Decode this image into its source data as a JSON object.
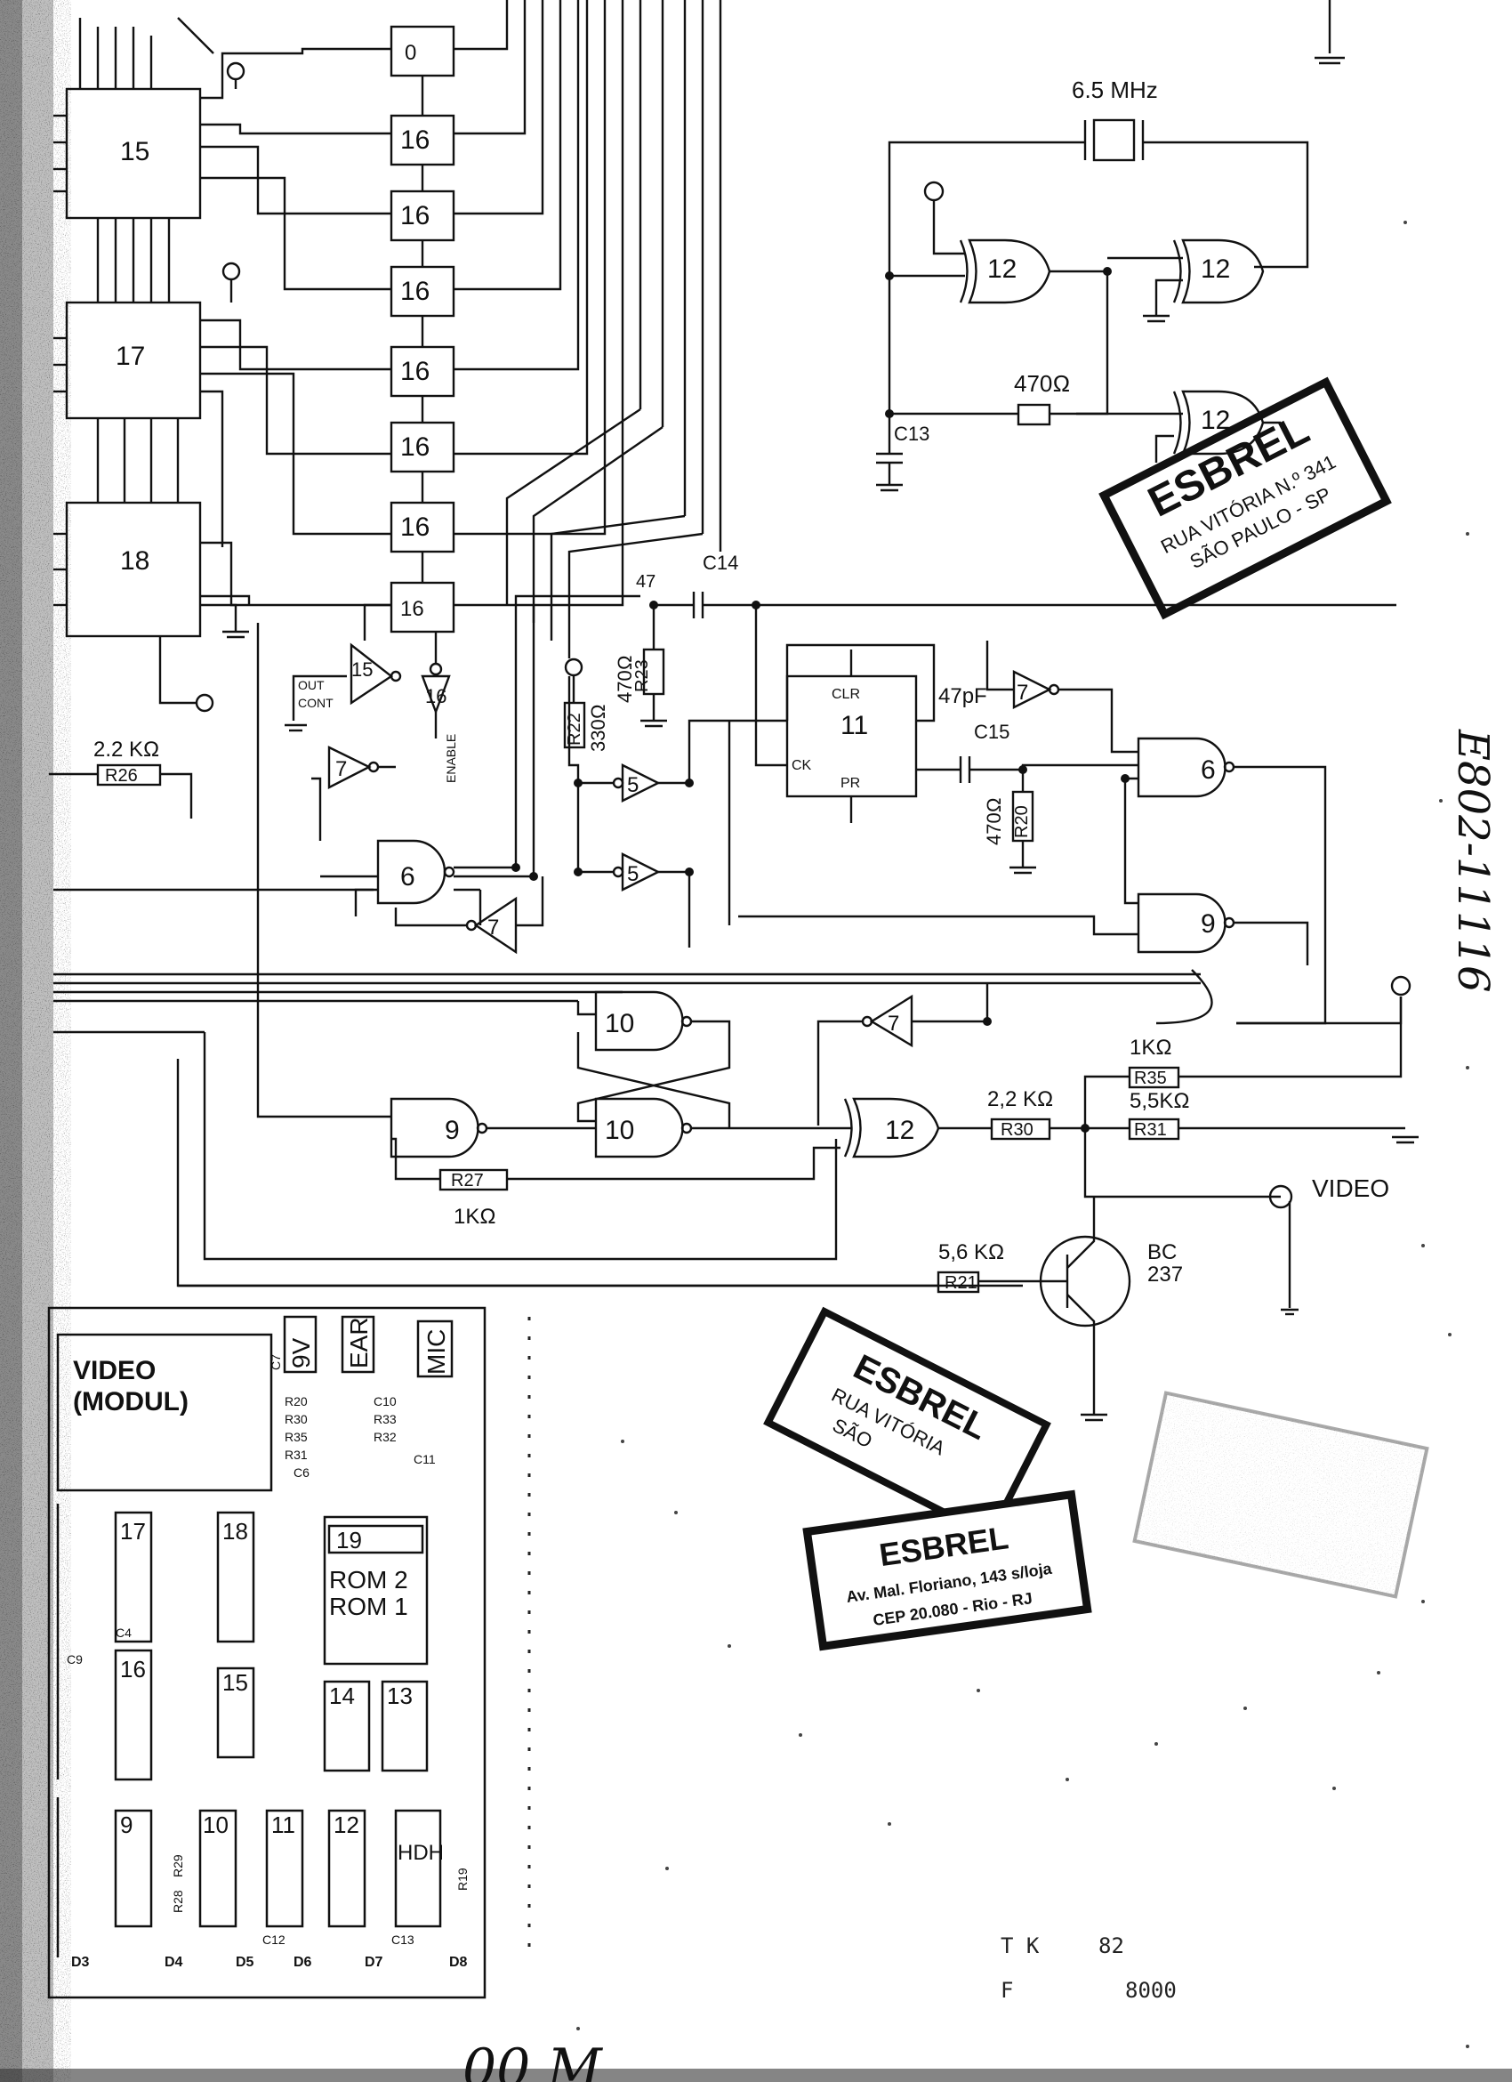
{
  "components": {
    "crystal": "6.5 MHz",
    "r_470_top": "470Ω",
    "c13": "C13",
    "c14": "C14",
    "c14_val": "47",
    "r23": "R23",
    "r23_val": "470Ω",
    "r22": "R22",
    "r22_val": "330Ω",
    "ic11": "11",
    "ic11_clr": "CLR",
    "ic11_pr": "PR",
    "ic11_ck": "CK",
    "c15": "C15",
    "c15_val": "47pF",
    "r20": "R20",
    "r20_val": "470Ω",
    "r26": "R26",
    "r26_val": "2.2 KΩ",
    "r27": "R27",
    "r27_val": "1KΩ",
    "r30": "R30",
    "r30_val": "2,2 KΩ",
    "r35": "R35",
    "r35_val": "1KΩ",
    "r31": "R31",
    "r31_val": "5,5KΩ",
    "r21": "R21",
    "r21_val": "5,6 KΩ",
    "transistor": "BC",
    "transistor_num": "237",
    "video_out": "VIDEO",
    "out_cont": "OUT",
    "out_cont2": "CONT",
    "enable": "ENABLE"
  },
  "gates": {
    "g12": "12",
    "g6": "6",
    "g9": "9",
    "g10": "10",
    "g7": "7",
    "g5": "5",
    "g16": "16",
    "g15": "15",
    "g17": "17",
    "g18": "18",
    "g0": "0"
  },
  "layout_board": {
    "video_modul": "VIDEO",
    "video_modul2": "(MODUL)",
    "v9": "9V",
    "ear": "EAR",
    "mic": "MIC",
    "chips": [
      "17",
      "18",
      "19",
      "16",
      "15",
      "14",
      "13",
      "9",
      "10",
      "11",
      "12"
    ],
    "rom2": "ROM 2",
    "rom1": "ROM 1",
    "xtal_sym": "HDH",
    "small_labels": [
      "R20",
      "R30",
      "R35",
      "R31",
      "C6",
      "C10",
      "R33",
      "R32",
      "C11",
      "C4",
      "C9",
      "C12",
      "C13",
      "R29",
      "R28",
      "R19",
      "C7"
    ],
    "bottom_labels": [
      "D3",
      "D4",
      "D5",
      "D6",
      "D7",
      "D8"
    ]
  },
  "stamps": {
    "stamp1_title": "ESBREL",
    "stamp1_line1": "RUA VITÓRIA N.º 341",
    "stamp1_line2": "SÃO PAULO - SP",
    "stamp2_title": "ESBREL",
    "stamp2_line1": "RUA VITÓRIA",
    "stamp2_line2": "SÃO",
    "stamp3_title": "ESBREL",
    "stamp3_line1": "Av. Mal. Floriano, 143 s/loja",
    "stamp3_line2": "CEP 20.080 - Rio - RJ"
  },
  "notes": {
    "side_note": "E802-11116",
    "tk": "T K",
    "tk_num": "82",
    "f": "F",
    "f_num": "8000",
    "bottom_scrawl": "00 M"
  }
}
